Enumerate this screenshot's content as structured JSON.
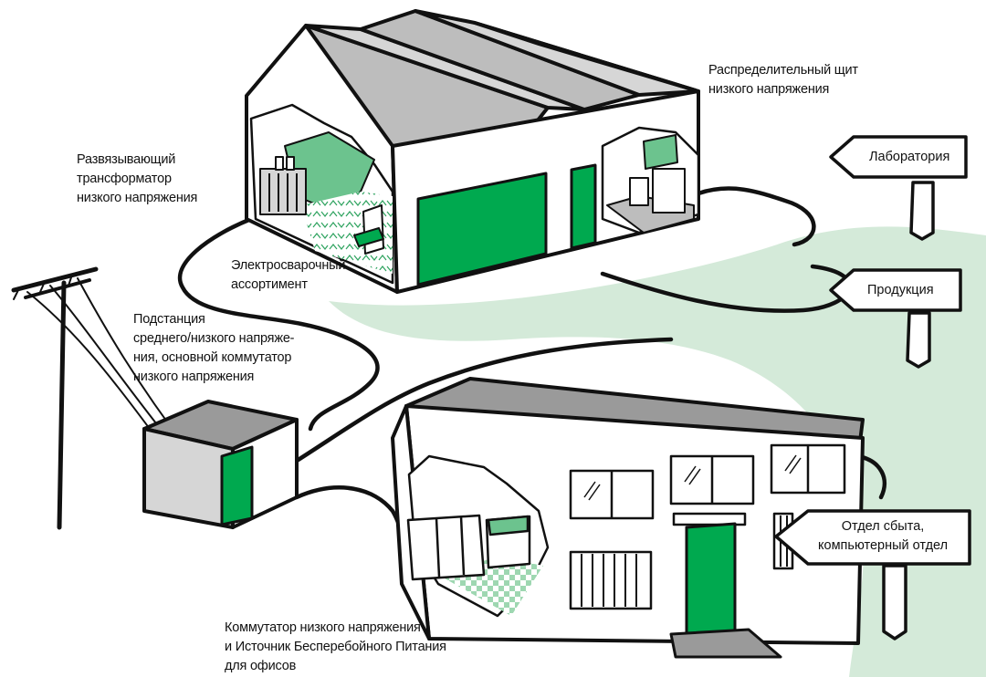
{
  "colors": {
    "green": "#00a94f",
    "light_green": "#6cc38e",
    "pale_green": "#d4ead9",
    "roof_gray": "#bdbdbd",
    "dark_gray": "#9a9a9a",
    "outline": "#111111"
  },
  "labels": {
    "lv_switchboard": [
      "Распределительный щит",
      "низкого напряжения"
    ],
    "isolating_transformer": [
      "Развязывающий",
      "трансформатор",
      "низкого напряжения"
    ],
    "welding": [
      "Электросварочный",
      "ассортимент"
    ],
    "substation": [
      "Подстанция",
      "среднего/низкого напряже-",
      "ния, основной коммутатор",
      "низкого напряжения"
    ],
    "office_switchboard": [
      "Коммутатор низкого напряжения",
      "и Источник Бесперебойного Питания",
      "для офисов"
    ]
  },
  "signs": {
    "laboratory": "Лаборатория",
    "production": "Продукция",
    "sales": [
      "Отдел сбыта,",
      "компьютерный отдел"
    ]
  }
}
